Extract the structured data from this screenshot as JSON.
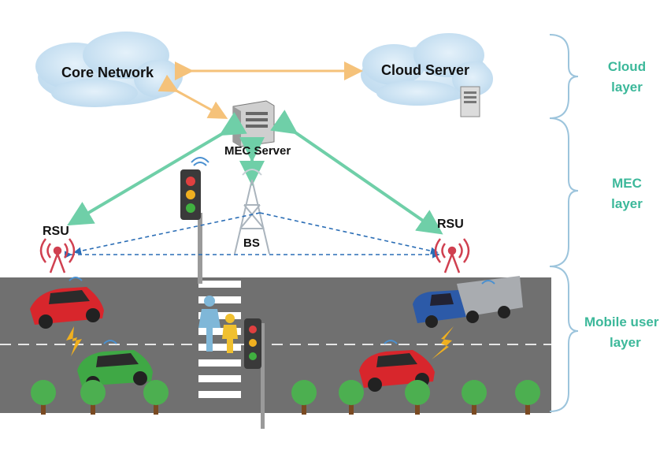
{
  "nodes": {
    "core_network": "Core Network",
    "cloud_server": "Cloud Server",
    "mec_server": "MEC Server",
    "rsu_left": "RSU",
    "rsu_right": "RSU",
    "bs": "BS"
  },
  "layers": {
    "cloud_line1": "Cloud",
    "cloud_line2": "layer",
    "mec_line1": "MEC",
    "mec_line2": "layer",
    "mobile_line1": "Mobile user",
    "mobile_line2": "layer"
  },
  "colors": {
    "cloud_fill": "#cfe6f5",
    "green_link": "#6fcfa8",
    "orange_link": "#f5c27a",
    "dashed_link": "#2a6db5",
    "road": "#707070",
    "layer_text": "#3cb89a",
    "brace": "#9cc4dc"
  }
}
